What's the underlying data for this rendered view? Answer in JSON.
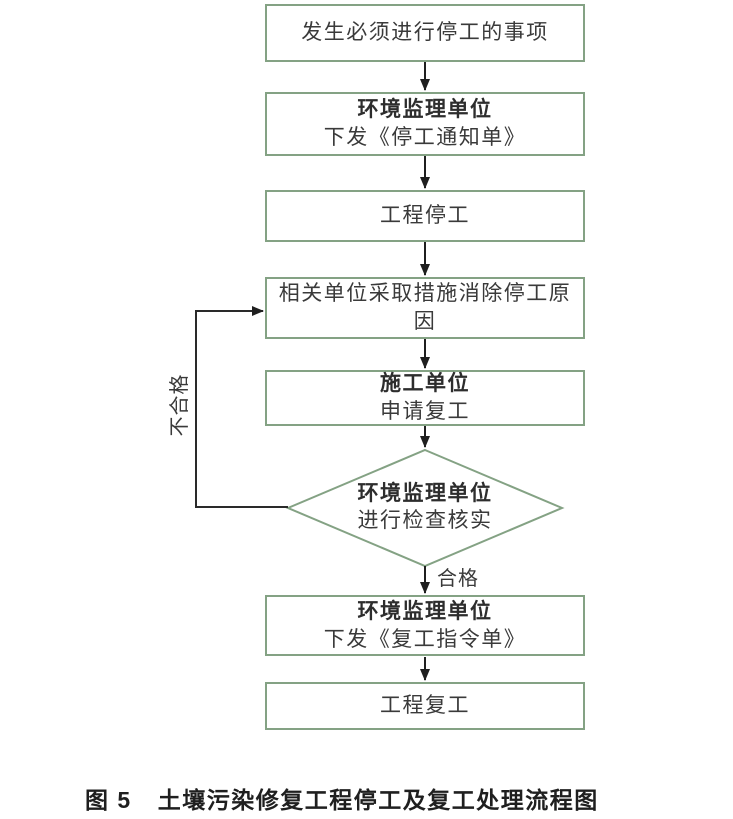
{
  "figure": {
    "caption": {
      "label": "图 5",
      "title": "土壤污染修复工程停工及复工处理流程图"
    },
    "colors": {
      "node_border": "#84a284",
      "connector": "#1f1f1f",
      "text": "#3a3a3a",
      "caption_text": "#1f1f1f"
    },
    "nodes": {
      "stop_event": {
        "lines": [
          "发生必须进行停工的事项"
        ]
      },
      "supervisor_notice": {
        "lines": [
          "环境监理单位",
          "下发《停工通知单》"
        ]
      },
      "project_stop": {
        "lines": [
          "工程停工"
        ]
      },
      "resolve_cause": {
        "lines": [
          "相关单位采取措施消除停工原",
          "因"
        ]
      },
      "apply_resume": {
        "lines": [
          "施工单位",
          "申请复工"
        ]
      },
      "check_verify": {
        "lines": [
          "环境监理单位",
          "进行检查核实"
        ]
      },
      "resume_order": {
        "lines": [
          "环境监理单位",
          "下发《复工指令单》"
        ]
      },
      "project_resume": {
        "lines": [
          "工程复工"
        ]
      }
    },
    "edge_labels": {
      "pass": "合格",
      "fail": "不合格"
    }
  }
}
